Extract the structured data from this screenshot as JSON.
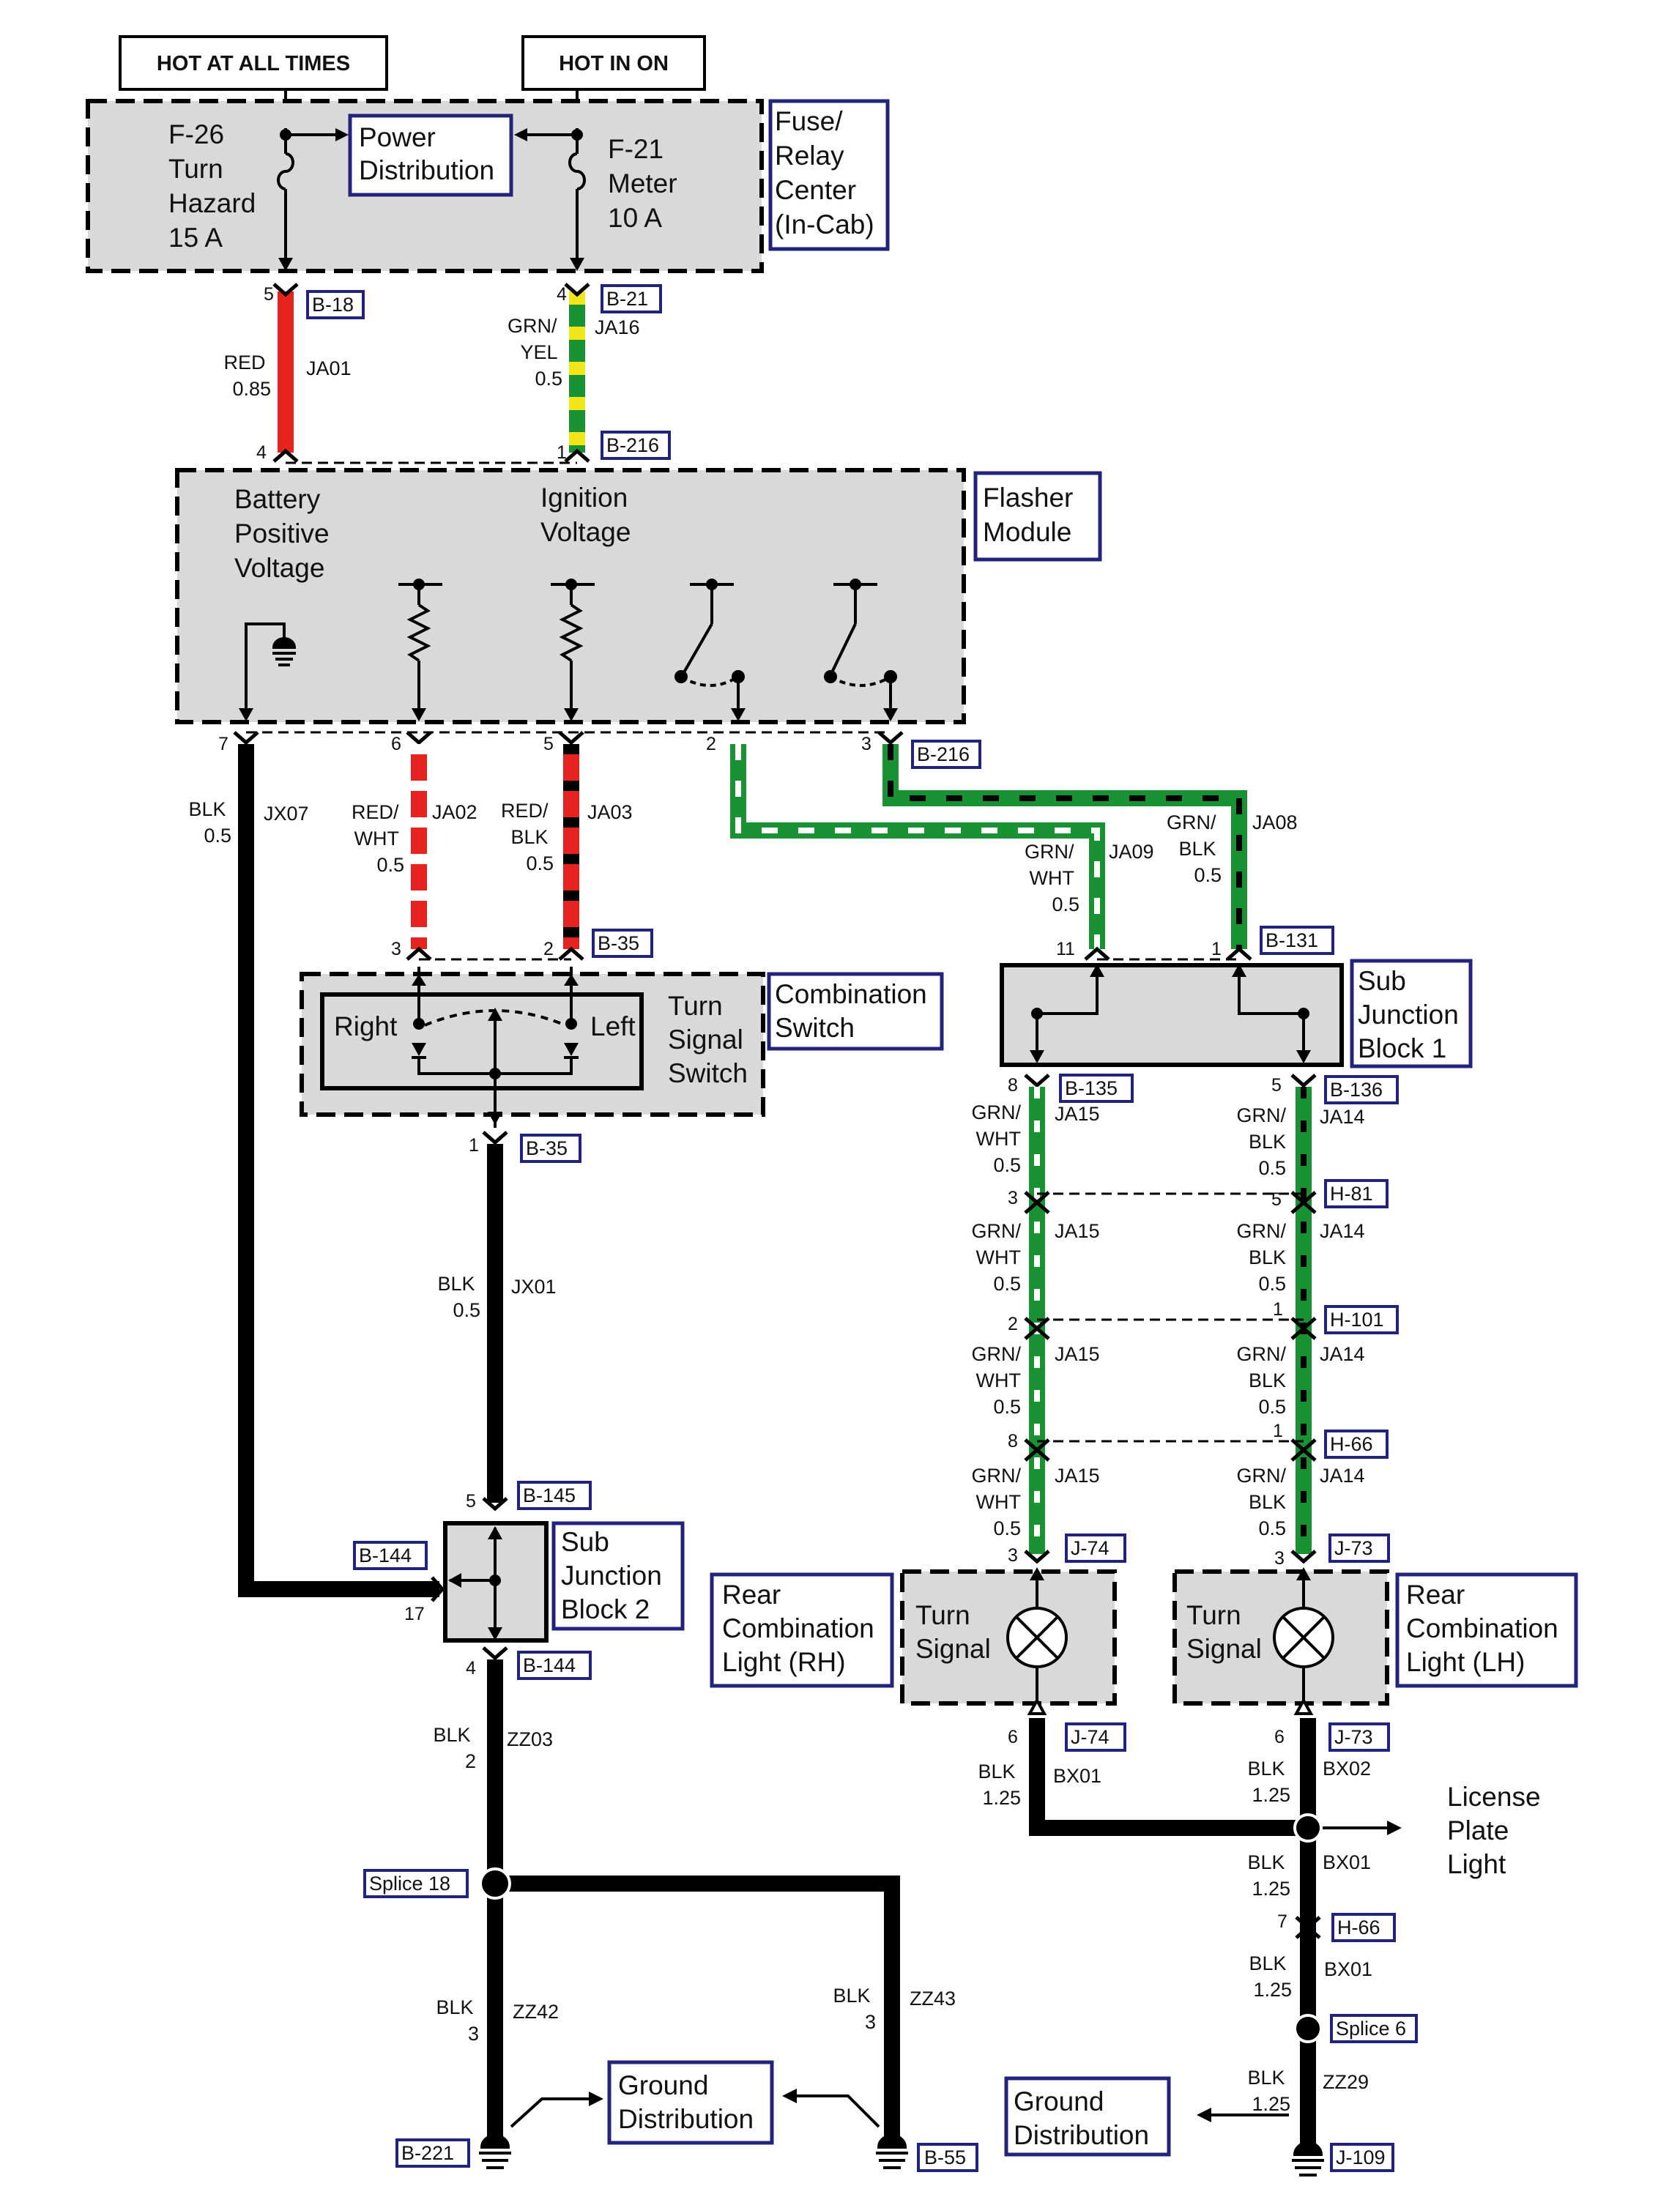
{
  "headers": {
    "hot_always": "HOT AT ALL TIMES",
    "hot_in_on": "HOT IN ON"
  },
  "fuse_relay_center": [
    "Fuse/",
    "Relay",
    "Center",
    "(In-Cab)"
  ],
  "fuse_f26": [
    "F-26",
    "Turn",
    "Hazard",
    "15 A"
  ],
  "fuse_f21": [
    "F-21",
    "Meter",
    "10 A"
  ],
  "power_distribution": [
    "Power",
    "Distribution"
  ],
  "flasher_module": [
    "Flasher",
    "Module"
  ],
  "battery_voltage": [
    "Battery",
    "Positive",
    "Voltage"
  ],
  "ignition_voltage": [
    "Ignition",
    "Voltage"
  ],
  "combination_switch": [
    "Combination",
    "Switch"
  ],
  "turn_signal_switch": [
    "Turn",
    "Signal",
    "Switch"
  ],
  "switch_right": "Right",
  "switch_left": "Left",
  "sub_junction_1": [
    "Sub",
    "Junction",
    "Block 1"
  ],
  "sub_junction_2": [
    "Sub",
    "Junction",
    "Block 2"
  ],
  "rear_light_rh": [
    "Rear",
    "Combination",
    "Light (RH)"
  ],
  "rear_light_lh": [
    "Rear",
    "Combination",
    "Light (LH)"
  ],
  "turn_signal_lamp": [
    "Turn",
    "Signal"
  ],
  "license_plate": [
    "License",
    "Plate",
    "Light"
  ],
  "ground_distribution": [
    "Ground",
    "Distribution"
  ],
  "connectors": {
    "b18": "B-18",
    "b21": "B-21",
    "b216": "B-216",
    "b35": "B-35",
    "b131": "B-131",
    "b135": "B-135",
    "b136": "B-136",
    "h81": "H-81",
    "h101": "H-101",
    "h66": "H-66",
    "j74": "J-74",
    "j73": "J-73",
    "b145": "B-145",
    "b144": "B-144",
    "splice18": "Splice 18",
    "splice6": "Splice 6",
    "b221": "B-221",
    "b55": "B-55",
    "j109": "J-109"
  },
  "wires": {
    "ja01": {
      "circuit": "JA01",
      "spec": [
        "RED",
        "0.85"
      ]
    },
    "ja16": {
      "circuit": "JA16",
      "spec": [
        "GRN/",
        "YEL",
        "0.5"
      ]
    },
    "jx07": {
      "circuit": "JX07",
      "spec": [
        "BLK",
        "0.5"
      ]
    },
    "ja02": {
      "circuit": "JA02",
      "spec": [
        "RED/",
        "WHT",
        "0.5"
      ]
    },
    "ja03": {
      "circuit": "JA03",
      "spec": [
        "RED/",
        "BLK",
        "0.5"
      ]
    },
    "ja09": {
      "circuit": "JA09",
      "spec": [
        "GRN/",
        "WHT",
        "0.5"
      ]
    },
    "ja08": {
      "circuit": "JA08",
      "spec": [
        "GRN/",
        "BLK",
        "0.5"
      ]
    },
    "ja15": {
      "circuit": "JA15",
      "spec": [
        "GRN/",
        "WHT",
        "0.5"
      ]
    },
    "ja14": {
      "circuit": "JA14",
      "spec": [
        "GRN/",
        "BLK",
        "0.5"
      ]
    },
    "jx01": {
      "circuit": "JX01",
      "spec": [
        "BLK",
        "0.5"
      ]
    },
    "zz03": {
      "circuit": "ZZ03",
      "spec": [
        "BLK",
        "2"
      ]
    },
    "zz42": {
      "circuit": "ZZ42",
      "spec": [
        "BLK",
        "3"
      ]
    },
    "zz43": {
      "circuit": "ZZ43",
      "spec": [
        "BLK",
        "3"
      ]
    },
    "bx01": {
      "circuit": "BX01",
      "spec": [
        "BLK",
        "1.25"
      ]
    },
    "bx02": {
      "circuit": "BX02",
      "spec": [
        "BLK",
        "1.25"
      ]
    },
    "zz29": {
      "circuit": "ZZ29",
      "spec": [
        "BLK",
        "1.25"
      ]
    }
  },
  "pins": {
    "p1": "1",
    "p2": "2",
    "p3": "3",
    "p4": "4",
    "p5": "5",
    "p6": "6",
    "p7": "7",
    "p8": "8",
    "p11": "11",
    "p17": "17"
  },
  "colors": {
    "red": "#e8231f",
    "green": "#199233",
    "yellow": "#f2e51a",
    "black": "#000000",
    "box_border": "#22237a",
    "module_fill": "#d9d9d9"
  }
}
